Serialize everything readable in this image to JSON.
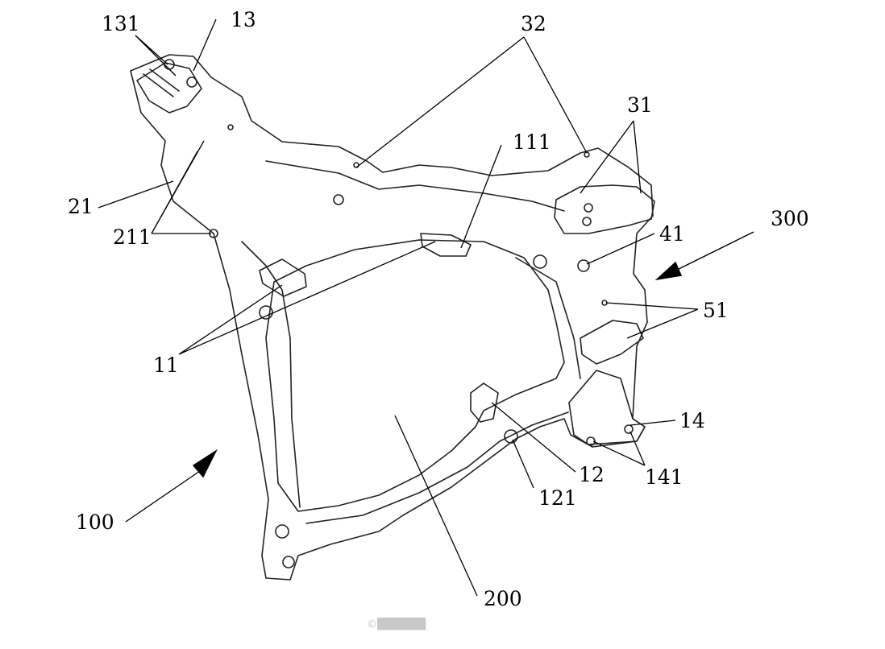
{
  "labels": {
    "l131": "131",
    "l13": "13",
    "l32": "32",
    "l31": "31",
    "l111": "111",
    "l21": "21",
    "l211": "211",
    "l300": "300",
    "l41": "41",
    "l51": "51",
    "l11": "11",
    "l14": "14",
    "l141": "141",
    "l12": "12",
    "l121": "121",
    "l100": "100",
    "l200": "200"
  },
  "watermark": "©██████"
}
